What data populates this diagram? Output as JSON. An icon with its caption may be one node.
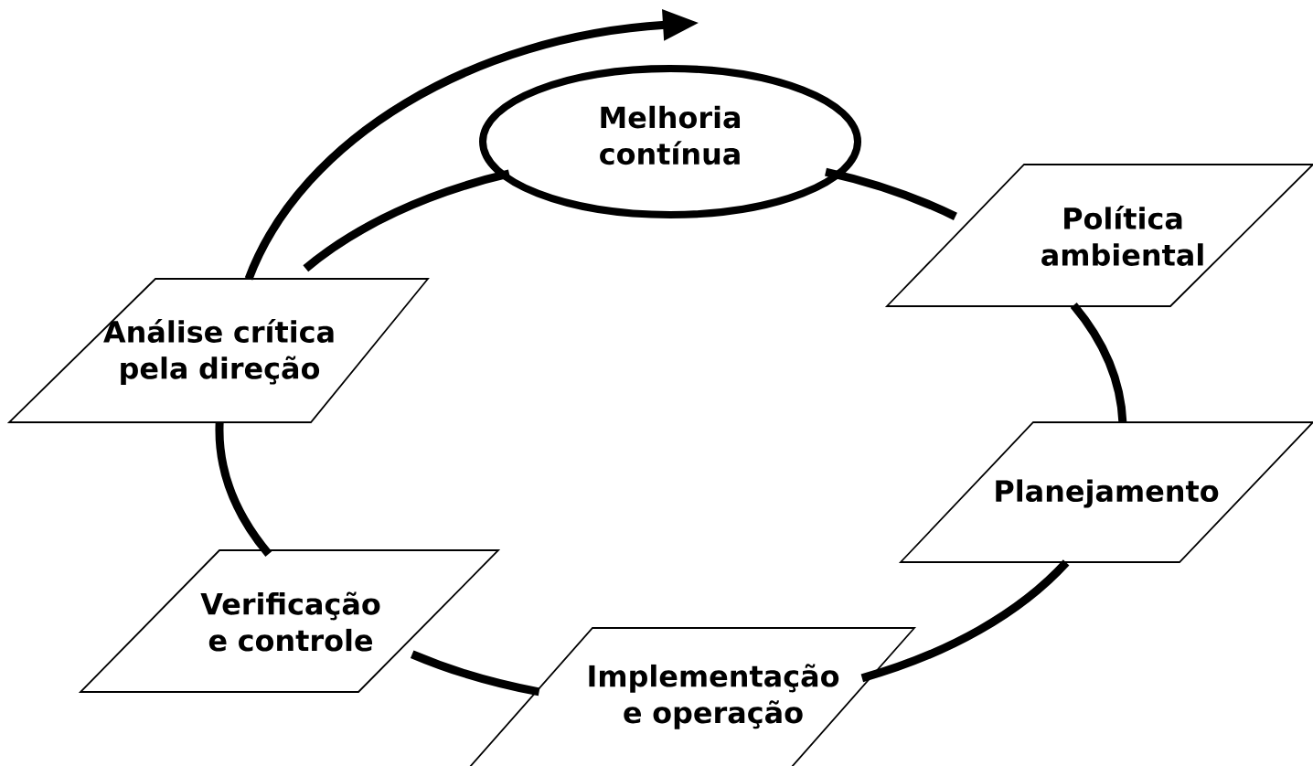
{
  "diagram": {
    "nodes": [
      {
        "text": [
          "Melhoria contínua"
        ]
      },
      {
        "text": [
          "Política ambiental"
        ]
      },
      {
        "text": [
          "Planejamento"
        ]
      },
      {
        "text": [
          "Implementação e operação"
        ]
      },
      {
        "text": [
          "Verificação e controle"
        ]
      },
      {
        "text": [
          "Análise crítica pela direção"
        ]
      }
    ],
    "edges": [
      {
        "from": 0,
        "to": 1,
        "arrow": "none"
      },
      {
        "from": 1,
        "to": 2,
        "arrow": "none"
      },
      {
        "from": 2,
        "to": 3,
        "arrow": "none"
      },
      {
        "from": 3,
        "to": 4,
        "arrow": "none"
      },
      {
        "from": 4,
        "to": 5,
        "arrow": "none"
      },
      {
        "from": 5,
        "to": 0,
        "arrow": "none"
      },
      {
        "from": 5,
        "to": null,
        "arrow": "to"
      }
    ]
  }
}
